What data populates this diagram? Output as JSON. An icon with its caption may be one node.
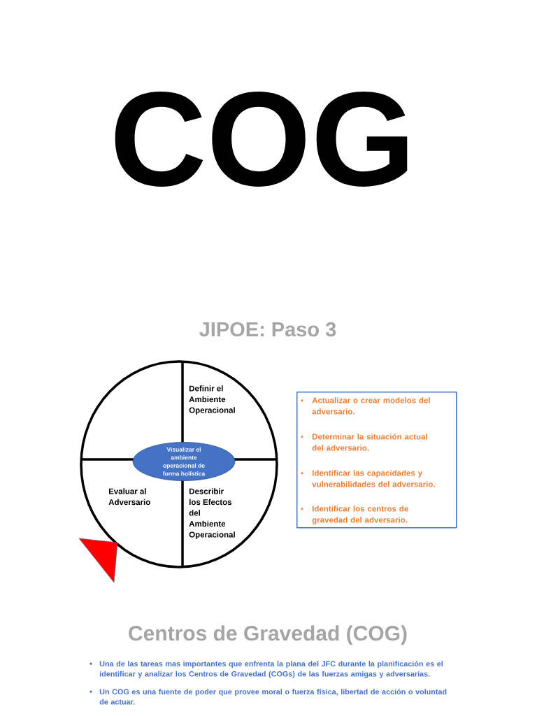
{
  "diagram": {
    "title": "COG",
    "nodes": [
      {
        "text": [
          "Definir el Ambiente Operacional",
          "Evaluar al Adversario",
          "Describir los Efectos del Ambiente Operacional"
        ]
      },
      {
        "text": [
          "Visualizar el ambiente operacional de forma holística"
        ],
        "in": 0
      },
      {
        "text": [
          "Actualizar o crear modelos del adversario.",
          "Determinar la situación actual del adversario.",
          "Identificar las capacidades y vulnerabilidades del adversario.",
          "Identificar los centros de gravedad del adversario."
        ]
      }
    ],
    "labels": [
      "JIPOE: Paso 3",
      "Centros de Gravedad (COG)",
      "Una de las tareas mas importantes que enfrenta la plana del JFC durante la planificación es el identificar y analizar los Centros de Gravedad (COGs) de las fuerzas amigas y adversarias.",
      "Un COG es una fuente de poder que provee moral o fuerza física, libertad de acción o voluntad de actuar."
    ]
  }
}
